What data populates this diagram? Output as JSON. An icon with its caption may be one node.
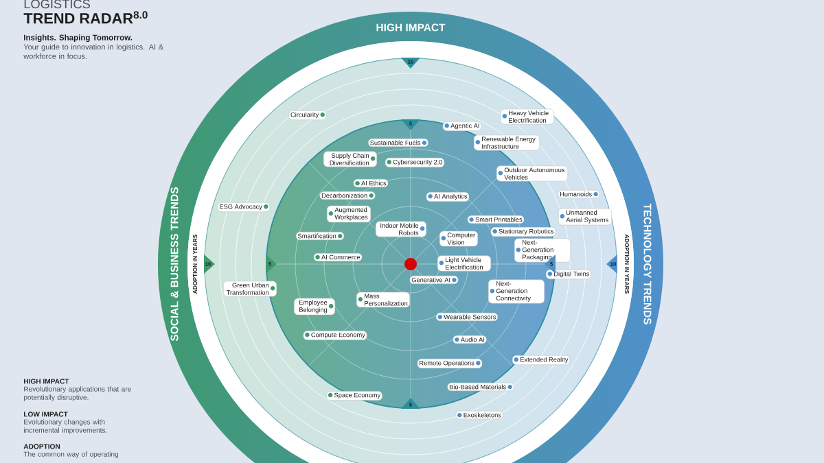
{
  "diagram": {
    "title": "TREND RADAR$^{8.0}$",
    "nodes": [
      {
        "text": [
          "Circularity"
        ]
      },
      {
        "text": [
          "Heavy Vehicle Electrification"
        ]
      },
      {
        "text": [
          "Agentic AI"
        ]
      },
      {
        "text": [
          "Sustainable Fuels"
        ]
      },
      {
        "text": [
          "Renewable Energy Infrastructure"
        ]
      },
      {
        "text": [
          "Supply Chain Diversification"
        ]
      },
      {
        "text": [
          "Cybersecurity 2.0"
        ]
      },
      {
        "text": [
          "Outdoor Autonomous Vehicles"
        ]
      },
      {
        "text": [
          "AI Ethics"
        ]
      },
      {
        "text": [
          "Decarbonization"
        ]
      },
      {
        "text": [
          "AI Analytics"
        ]
      },
      {
        "text": [
          "Humanoids"
        ]
      },
      {
        "text": [
          "ESG Advocacy"
        ]
      },
      {
        "text": [
          "Augmented Workplaces"
        ]
      },
      {
        "text": [
          "Unmanned Aerial Systems"
        ]
      },
      {
        "text": [
          "Smart Printables"
        ]
      },
      {
        "text": [
          "Indoor Mobile Robots"
        ]
      },
      {
        "text": [
          "Stationary Robotics"
        ]
      },
      {
        "text": [
          "Computer Vision"
        ]
      },
      {
        "text": [
          "Smartification"
        ]
      },
      {
        "text": [
          "Next-Generation Packaging"
        ]
      },
      {
        "text": [
          "AI Commerce"
        ]
      },
      {
        "text": [
          "Light Vehicle Electrification"
        ]
      },
      {
        "text": [
          "Digital Twins"
        ]
      },
      {
        "text": [
          "Generative AI"
        ]
      },
      {
        "text": [
          "Green Urban Transformation"
        ]
      },
      {
        "text": [
          "Next-Generation Connectivity"
        ]
      },
      {
        "text": [
          "Mass Personalization"
        ]
      },
      {
        "text": [
          "Employee Belonging"
        ]
      },
      {
        "text": [
          "Wearable Sensors"
        ]
      },
      {
        "text": [
          "Compute Economy"
        ]
      },
      {
        "text": [
          "Audio AI"
        ]
      },
      {
        "text": [
          "Extended Reality"
        ]
      },
      {
        "text": [
          "Remote Operations"
        ]
      },
      {
        "text": [
          "Bio-Based Materials"
        ]
      },
      {
        "text": [
          "Space Economy"
        ]
      },
      {
        "text": [
          "Exoskeletons"
        ]
      }
    ],
    "labels": [
      "LOGISTICS",
      "Insights. Shaping Tomorrow.",
      "Your guide to innovation in logistics. AI & workforce in focus.",
      "HIGH IMPACT",
      "10",
      "5",
      "SOCIAL & BUSINESS TRENDS",
      "ADOPTION IN YEARS",
      "10",
      "5",
      "5",
      "10",
      "ADOPTION IN YEARS",
      "TECHNOLOGY TRENDS",
      "HIGH IMPACT",
      "Revolutionary applications that are potentially disruptive.",
      "LOW IMPACT",
      "Evolutionary changes with incremental improvements.",
      "ADOPTION",
      "The common way of operating",
      "5"
    ]
  }
}
